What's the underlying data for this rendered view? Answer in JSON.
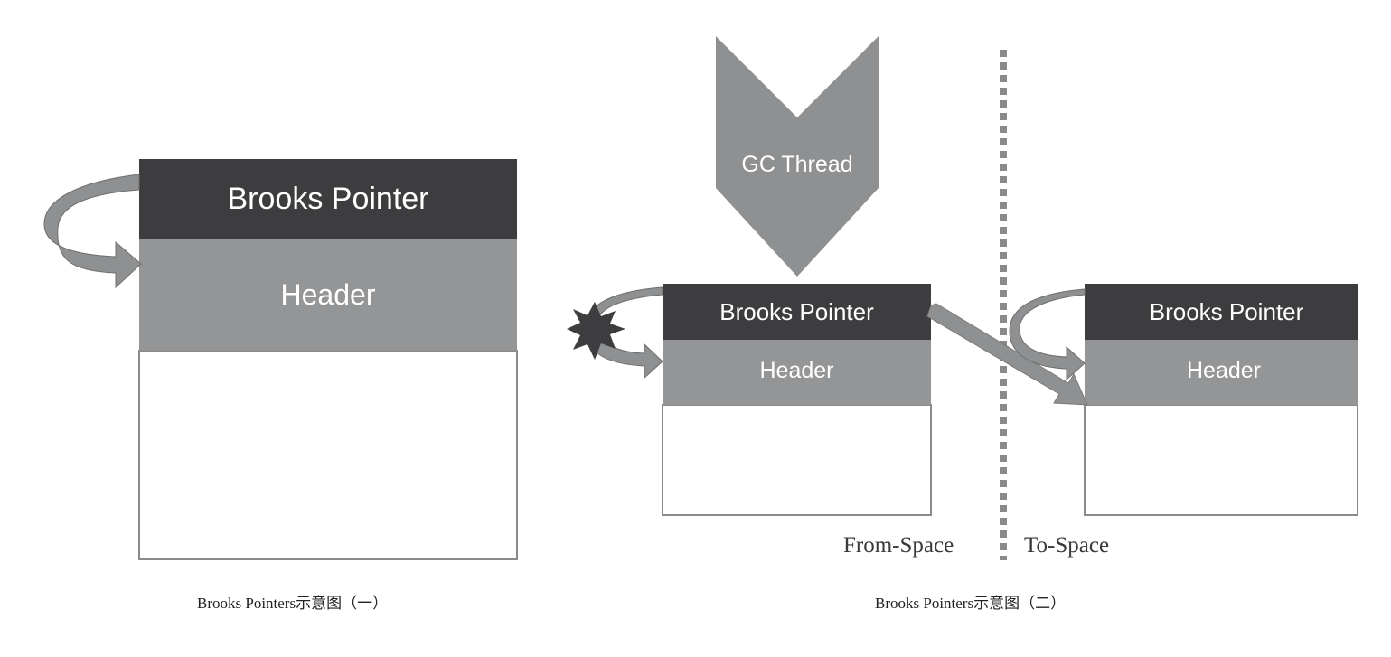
{
  "colors": {
    "brooks_pointer_fill": "#3d3d3f",
    "header_fill": "#949596",
    "body_fill": "#ffffff",
    "arrow_fill": "#8f9091",
    "gc_thread_fill": "#8f9091",
    "divider": "#8a8a8a"
  },
  "figure1": {
    "object": {
      "brooks_pointer": "Brooks Pointer",
      "header": "Header"
    },
    "caption": "Brooks Pointers示意图（一）"
  },
  "figure2": {
    "gc_thread": "GC Thread",
    "from_object": {
      "brooks_pointer": "Brooks Pointer",
      "header": "Header"
    },
    "to_object": {
      "brooks_pointer": "Brooks Pointer",
      "header": "Header"
    },
    "from_space_label": "From-Space",
    "to_space_label": "To-Space",
    "caption": "Brooks Pointers示意图（二）"
  }
}
